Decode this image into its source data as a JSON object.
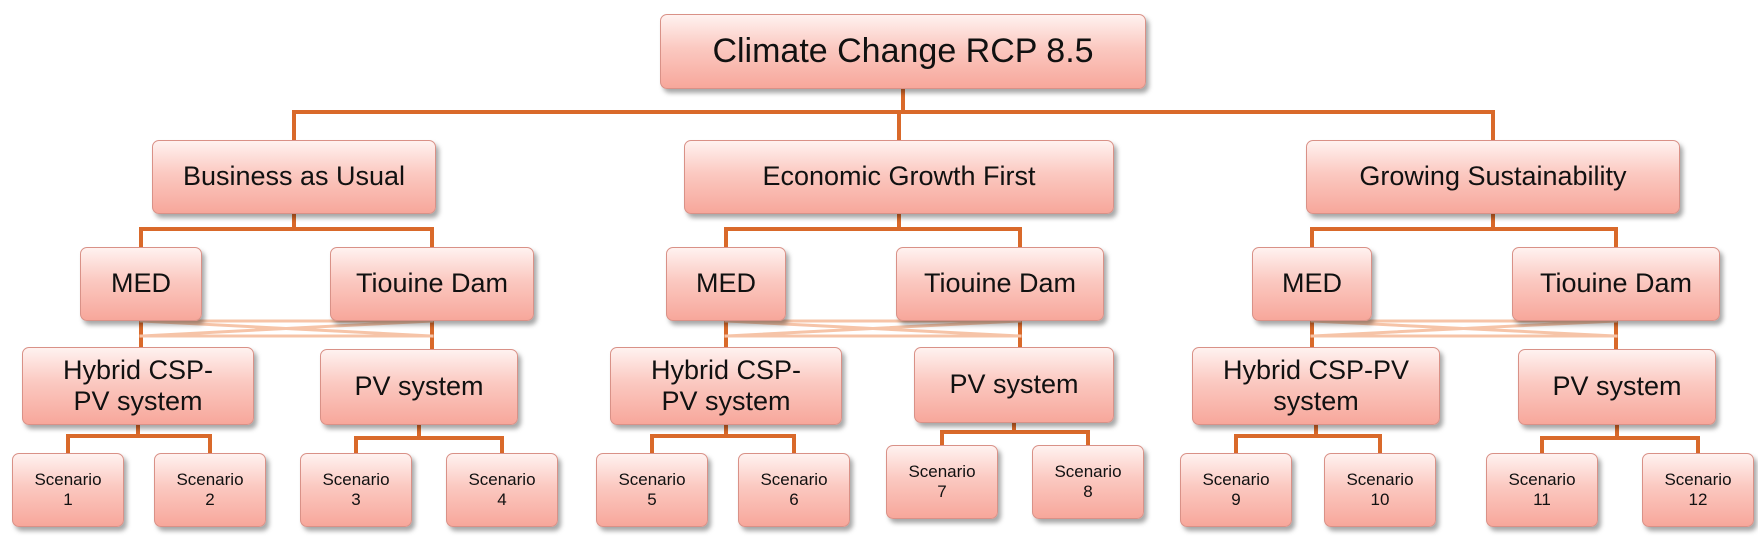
{
  "colors": {
    "connector": "#d9692a",
    "cross_link": "#f6c4a8",
    "box_fill_top": "#fff2f0",
    "box_fill_bottom": "#f7a79b",
    "box_border": "#d99187"
  },
  "root": {
    "label": "Climate Change RCP 8.5"
  },
  "pathways": [
    {
      "label": "Business as Usual",
      "water": [
        "MED",
        "Tiouine Dam"
      ],
      "energy": [
        "Hybrid CSP-\nPV system",
        "PV system"
      ],
      "scenarios": [
        "Scenario\n1",
        "Scenario\n2",
        "Scenario\n3",
        "Scenario\n4"
      ]
    },
    {
      "label": "Economic Growth First",
      "water": [
        "MED",
        "Tiouine Dam"
      ],
      "energy": [
        "Hybrid CSP-\nPV system",
        "PV system"
      ],
      "scenarios": [
        "Scenario\n5",
        "Scenario\n6",
        "Scenario\n7",
        "Scenario\n8"
      ]
    },
    {
      "label": "Growing Sustainability",
      "water": [
        "MED",
        "Tiouine Dam"
      ],
      "energy": [
        "Hybrid CSP-PV\nsystem",
        "PV system"
      ],
      "scenarios": [
        "Scenario\n9",
        "Scenario\n10",
        "Scenario\n11",
        "Scenario\n12"
      ]
    }
  ]
}
